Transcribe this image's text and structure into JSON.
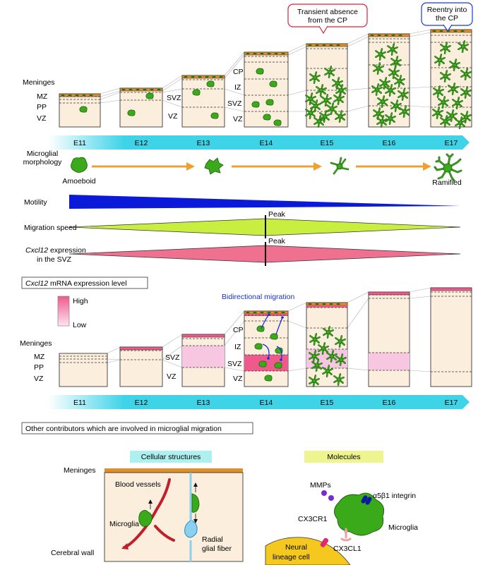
{
  "top_panel": {
    "timeline": [
      "E11",
      "E12",
      "E13",
      "E14",
      "E15",
      "E16",
      "E17"
    ],
    "layer_labels": {
      "meninges": "Meninges",
      "mz": "MZ",
      "pp": "PP",
      "vz": "VZ",
      "svz": "SVZ",
      "cp": "CP",
      "iz": "IZ"
    },
    "callouts": {
      "absence": [
        "Transient absence",
        "from the CP"
      ],
      "reentry": [
        "Reentry into",
        "the CP"
      ]
    }
  },
  "morphology": {
    "label": [
      "Microglial",
      "morphology"
    ],
    "amoeboid": "Amoeboid",
    "ramified": "Ramified"
  },
  "motility": {
    "label": "Motility"
  },
  "migration_speed": {
    "label": "Migration speed",
    "peak": "Peak"
  },
  "cxcl12_svz": {
    "label_italic": "Cxcl12",
    "label_rest": " expression",
    "label_line2": "in the SVZ",
    "peak": "Peak"
  },
  "bottom_panel": {
    "title_italic": "Cxcl12",
    "title_rest": " mRNA expression level",
    "legend_high": "High",
    "legend_low": "Low",
    "bidirectional": "Bidirectional migration",
    "timeline": [
      "E11",
      "E12",
      "E13",
      "E14",
      "E15",
      "E16",
      "E17"
    ]
  },
  "contributors": {
    "title": "Other contributors which are involved in microglial migration",
    "cellular_header": "Cellular structures",
    "molecules_header": "Molecules",
    "meninges": "Meninges",
    "blood_vessels": "Blood vessels",
    "microglia": "Microglia",
    "radial": [
      "Radial",
      "glial fiber"
    ],
    "cerebral_wall": "Cerebral wall",
    "mmps": "MMPs",
    "integrin": "α5β1 integrin",
    "cx3cr1": "CX3CR1",
    "microglia_mol": "Microglia",
    "cx3cl1": "CX3CL1",
    "neural": [
      "Neural",
      "lineage cell"
    ]
  },
  "colors": {
    "tissue": "#fbeedd",
    "meninges": "#e0902a",
    "microglia": "#3aaa1a",
    "timeline": "#3fd3e8",
    "arrow_orange": "#f0a030",
    "motility_blue": "#0a1ad8",
    "speed_green": "#c8ee40",
    "cxcl_pink": "#f07090",
    "high_pink": "#ee5a8c",
    "low_pink": "#f7c6e0",
    "callout_red": "#e0203a",
    "callout_blue": "#1a3ad8",
    "text_blue": "#1a2ee0",
    "vessel_red": "#c0202a",
    "fiber_blue": "#8ad0f0",
    "header_cyan": "#aef0f0",
    "header_yellow": "#eef590",
    "mmp_purple": "#7a2ad0",
    "integrin_blue": "#0a1aa0",
    "cx3cr1_pink": "#f0a0a8",
    "cx3cl1_pink": "#e02a6a",
    "neural_yellow": "#f5c820"
  }
}
